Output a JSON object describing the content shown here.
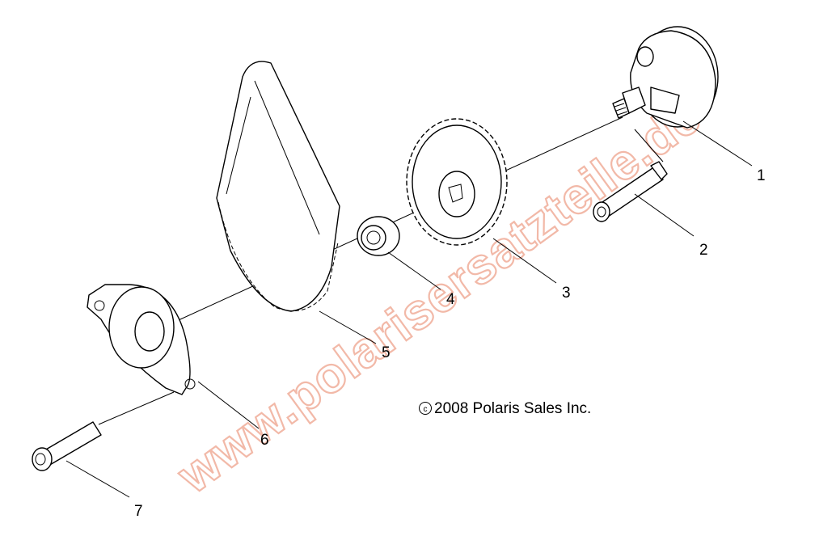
{
  "copyright": {
    "symbol": "c",
    "text": "2008 Polaris Sales Inc."
  },
  "watermark": {
    "text": "www.polarisersatzteile.de",
    "color": "#f2b9a8"
  },
  "callouts": [
    {
      "number": "1"
    },
    {
      "number": "2"
    },
    {
      "number": "3"
    },
    {
      "number": "4"
    },
    {
      "number": "5"
    },
    {
      "number": "6"
    },
    {
      "number": "7"
    }
  ]
}
